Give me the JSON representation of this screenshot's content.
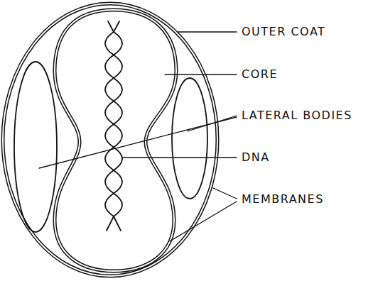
{
  "diagram": {
    "labels": [
      "OUTER COAT",
      "CORE",
      "LATERAL BODIES",
      "DNA",
      "MEMBRANES"
    ]
  }
}
